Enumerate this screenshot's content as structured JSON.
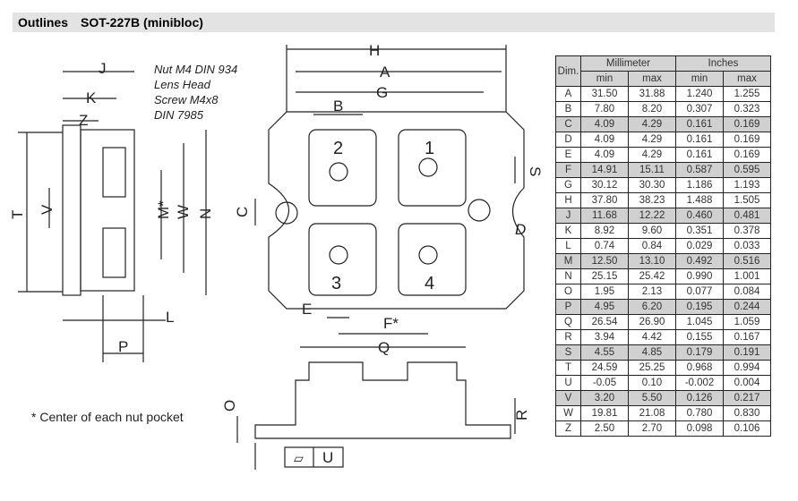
{
  "header": {
    "section": "Outlines",
    "package": "SOT-227B (minibloc)"
  },
  "drawing": {
    "labels": {
      "H": "H",
      "A": "A",
      "G": "G",
      "B": "B",
      "C": "C",
      "S": "S",
      "D": "D",
      "E": "E",
      "F": "F*",
      "Q": "Q",
      "O": "O",
      "R": "R",
      "U": "U",
      "J": "J",
      "K": "K",
      "Z": "Z",
      "T": "T",
      "V": "V",
      "M": "M*",
      "W": "W",
      "N": "N",
      "L": "L",
      "P": "P"
    },
    "pins": [
      "1",
      "2",
      "3",
      "4"
    ],
    "nut_note": [
      "Nut M4 DIN 934",
      "Lens Head",
      "Screw M4x8",
      "DIN 7985"
    ],
    "footnote": "* Center of each nut pocket",
    "flatness_symbol": "▱"
  },
  "table": {
    "headers": {
      "dim": "Dim.",
      "mm": "Millimeter",
      "inch": "Inches",
      "min": "min",
      "max": "max"
    },
    "shaded_color": "#d0d0d0",
    "rows": [
      {
        "dim": "A",
        "mm_min": "31.50",
        "mm_max": "31.88",
        "in_min": "1.240",
        "in_max": "1.255",
        "shaded": false
      },
      {
        "dim": "B",
        "mm_min": "7.80",
        "mm_max": "8.20",
        "in_min": "0.307",
        "in_max": "0.323",
        "shaded": false
      },
      {
        "dim": "C",
        "mm_min": "4.09",
        "mm_max": "4.29",
        "in_min": "0.161",
        "in_max": "0.169",
        "shaded": true
      },
      {
        "dim": "D",
        "mm_min": "4.09",
        "mm_max": "4.29",
        "in_min": "0.161",
        "in_max": "0.169",
        "shaded": false
      },
      {
        "dim": "E",
        "mm_min": "4.09",
        "mm_max": "4.29",
        "in_min": "0.161",
        "in_max": "0.169",
        "shaded": false
      },
      {
        "dim": "F",
        "mm_min": "14.91",
        "mm_max": "15.11",
        "in_min": "0.587",
        "in_max": "0.595",
        "shaded": true
      },
      {
        "dim": "G",
        "mm_min": "30.12",
        "mm_max": "30.30",
        "in_min": "1.186",
        "in_max": "1.193",
        "shaded": false
      },
      {
        "dim": "H",
        "mm_min": "37.80",
        "mm_max": "38.23",
        "in_min": "1.488",
        "in_max": "1.505",
        "shaded": false
      },
      {
        "dim": "J",
        "mm_min": "11.68",
        "mm_max": "12.22",
        "in_min": "0.460",
        "in_max": "0.481",
        "shaded": true
      },
      {
        "dim": "K",
        "mm_min": "8.92",
        "mm_max": "9.60",
        "in_min": "0.351",
        "in_max": "0.378",
        "shaded": false
      },
      {
        "dim": "L",
        "mm_min": "0.74",
        "mm_max": "0.84",
        "in_min": "0.029",
        "in_max": "0.033",
        "shaded": false
      },
      {
        "dim": "M",
        "mm_min": "12.50",
        "mm_max": "13.10",
        "in_min": "0.492",
        "in_max": "0.516",
        "shaded": true
      },
      {
        "dim": "N",
        "mm_min": "25.15",
        "mm_max": "25.42",
        "in_min": "0.990",
        "in_max": "1.001",
        "shaded": false
      },
      {
        "dim": "O",
        "mm_min": "1.95",
        "mm_max": "2.13",
        "in_min": "0.077",
        "in_max": "0.084",
        "shaded": false
      },
      {
        "dim": "P",
        "mm_min": "4.95",
        "mm_max": "6.20",
        "in_min": "0.195",
        "in_max": "0.244",
        "shaded": true
      },
      {
        "dim": "Q",
        "mm_min": "26.54",
        "mm_max": "26.90",
        "in_min": "1.045",
        "in_max": "1.059",
        "shaded": false
      },
      {
        "dim": "R",
        "mm_min": "3.94",
        "mm_max": "4.42",
        "in_min": "0.155",
        "in_max": "0.167",
        "shaded": false
      },
      {
        "dim": "S",
        "mm_min": "4.55",
        "mm_max": "4.85",
        "in_min": "0.179",
        "in_max": "0.191",
        "shaded": true
      },
      {
        "dim": "T",
        "mm_min": "24.59",
        "mm_max": "25.25",
        "in_min": "0.968",
        "in_max": "0.994",
        "shaded": false
      },
      {
        "dim": "U",
        "mm_min": "-0.05",
        "mm_max": "0.10",
        "in_min": "-0.002",
        "in_max": "0.004",
        "shaded": false
      },
      {
        "dim": "V",
        "mm_min": "3.20",
        "mm_max": "5.50",
        "in_min": "0.126",
        "in_max": "0.217",
        "shaded": true
      },
      {
        "dim": "W",
        "mm_min": "19.81",
        "mm_max": "21.08",
        "in_min": "0.780",
        "in_max": "0.830",
        "shaded": false
      },
      {
        "dim": "Z",
        "mm_min": "2.50",
        "mm_max": "2.70",
        "in_min": "0.098",
        "in_max": "0.106",
        "shaded": false
      }
    ]
  }
}
